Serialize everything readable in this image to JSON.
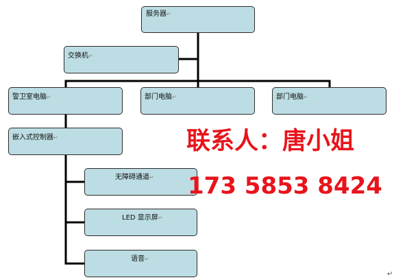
{
  "nodes": {
    "server": "服务器",
    "switch": "交换机",
    "guard_pc": "警卫室电脑",
    "dept_pc_1": "部门电脑",
    "dept_pc_2": "部门电脑",
    "controller": "嵌入式控制器",
    "barrier_free": "无障碍通道",
    "led": "LED 显示屏",
    "voice": "语音"
  },
  "paragraph_mark": "↵",
  "contact": {
    "label": "联系人：唐小姐",
    "phone": "173 5853 8424"
  },
  "colors": {
    "node_fill": "#bcdde3",
    "node_border": "#2b2b2b",
    "connector": "#000000",
    "contact_text": "#e8141b"
  }
}
